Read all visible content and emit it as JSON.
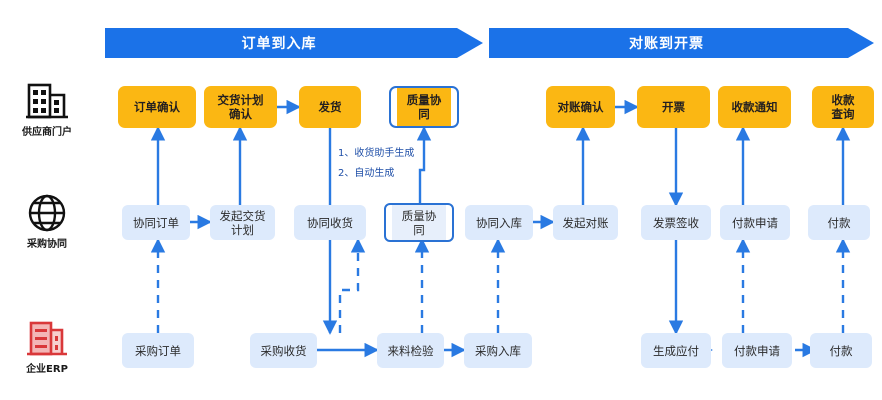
{
  "banners": [
    {
      "label": "订单到入库"
    },
    {
      "label": "对账到开票"
    }
  ],
  "lanes": [
    {
      "icon": "building-icon",
      "label": "供应商门户"
    },
    {
      "icon": "globe-icon",
      "label": "采购协同"
    },
    {
      "icon": "enterprise-icon",
      "label": "企业ERP"
    }
  ],
  "rows": {
    "supplier": [
      {
        "label": "订单确认"
      },
      {
        "label": "交货计划\n确认"
      },
      {
        "label": "发货"
      },
      {
        "label": "质量协\n同"
      },
      {
        "label": "对账确认"
      },
      {
        "label": "开票"
      },
      {
        "label": "收款通知"
      },
      {
        "label": "收款\n查询"
      }
    ],
    "collaboration": [
      {
        "label": "协同订单"
      },
      {
        "label": "发起交货\n计划"
      },
      {
        "label": "协同收货"
      },
      {
        "label": "质量协\n同"
      },
      {
        "label": "协同入库"
      },
      {
        "label": "发起对账"
      },
      {
        "label": "发票签收"
      },
      {
        "label": "付款申请"
      },
      {
        "label": "付款"
      }
    ],
    "erp": [
      {
        "label": "采购订单"
      },
      {
        "label": "采购收货"
      },
      {
        "label": "来料检验"
      },
      {
        "label": "采购入库"
      },
      {
        "label": "生成应付"
      },
      {
        "label": "付款申请"
      },
      {
        "label": "付款"
      }
    ]
  },
  "notes": [
    {
      "text": "1、收货助手生成"
    },
    {
      "text": "2、自动生成"
    }
  ],
  "colors": {
    "banner": "#1b72e8",
    "amber": "#fbb713",
    "blue_node": "#ddeafc",
    "connector": "#2a7ae2",
    "erp_red": "#d9383a"
  }
}
